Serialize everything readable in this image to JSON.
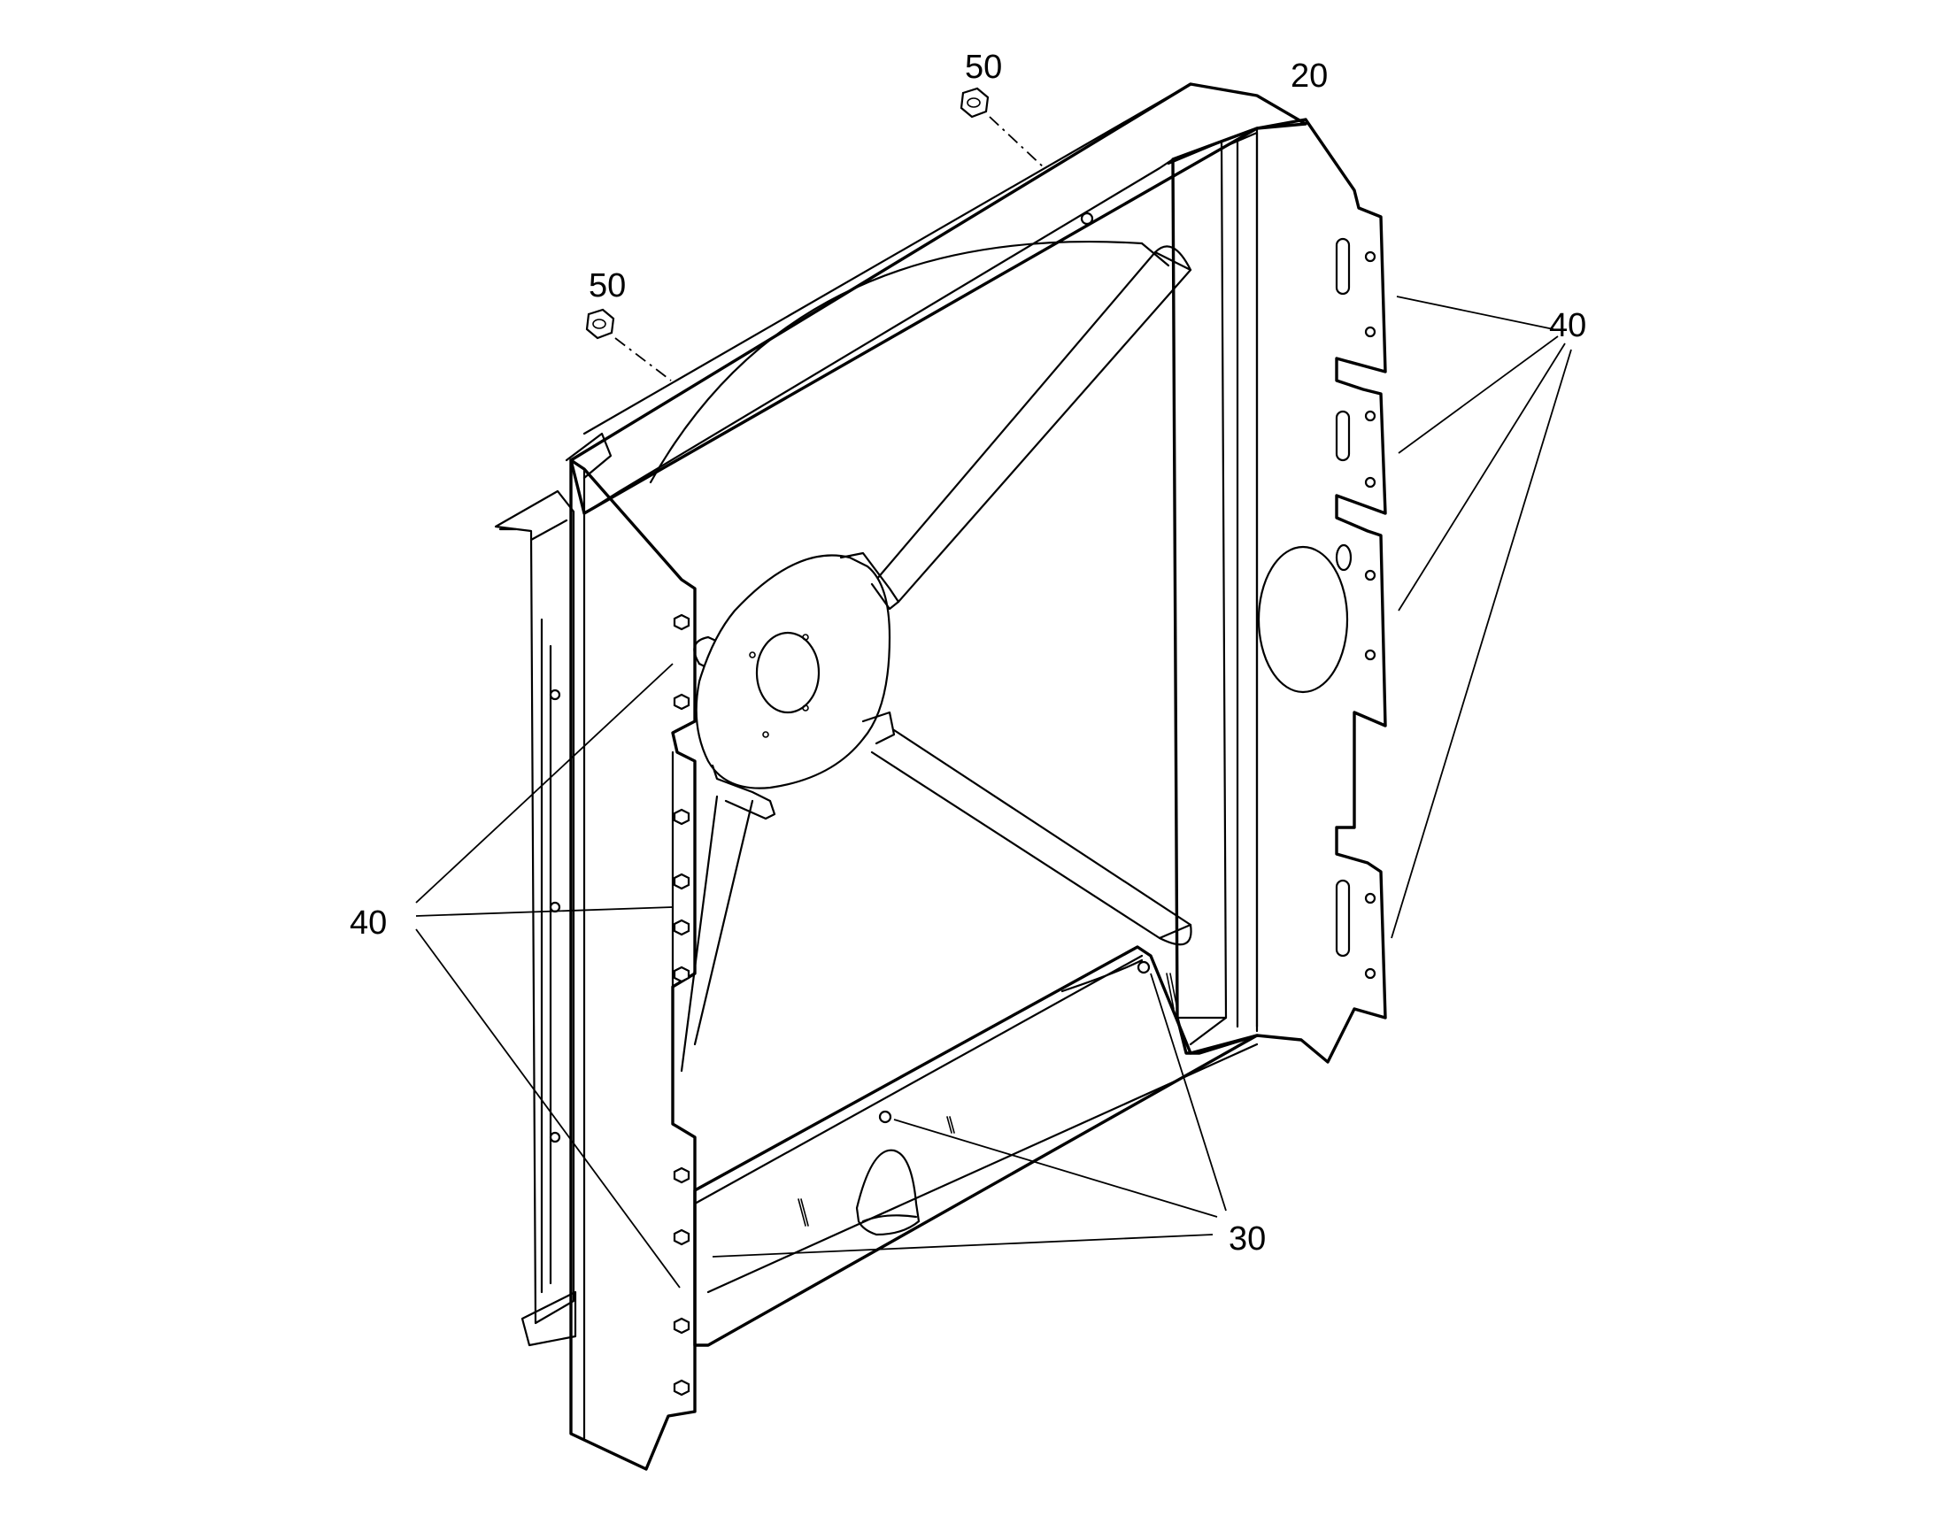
{
  "callouts": {
    "c20": "20",
    "c50a": "50",
    "c50b": "50",
    "c40a": "40",
    "c40b": "40",
    "c30": "30"
  },
  "colors": {
    "line": "#000000",
    "background": "#ffffff"
  }
}
